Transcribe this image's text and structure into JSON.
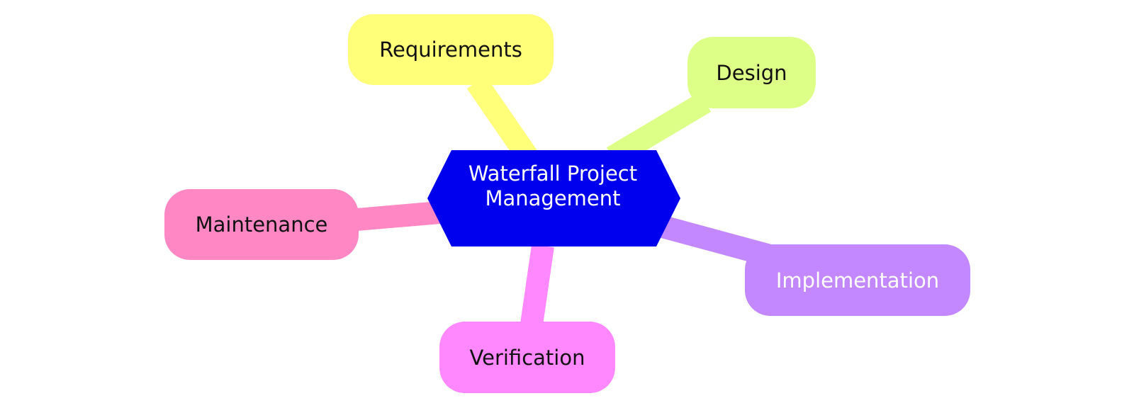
{
  "diagram": {
    "center": {
      "line1": "Waterfall Project",
      "line2": "Management",
      "fill": "#0000ee",
      "text_color": "#ffffff"
    },
    "nodes": [
      {
        "id": "requirements",
        "label": "Requirements",
        "fill": "#ffff7a",
        "text_color": "#111111"
      },
      {
        "id": "design",
        "label": "Design",
        "fill": "#ddff88",
        "text_color": "#111111"
      },
      {
        "id": "maintenance",
        "label": "Maintenance",
        "fill": "#ff88c4",
        "text_color": "#111111"
      },
      {
        "id": "implementation",
        "label": "Implementation",
        "fill": "#c388ff",
        "text_color": "#ffffff"
      },
      {
        "id": "verification",
        "label": "Verification",
        "fill": "#ff88ff",
        "text_color": "#111111"
      }
    ]
  }
}
